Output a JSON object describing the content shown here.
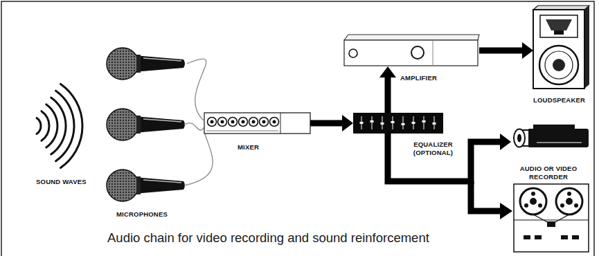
{
  "diagram": {
    "caption": "Audio chain for video recording and sound reinforcement",
    "nodes": [
      {
        "text": [
          "MICROPHONES"
        ]
      },
      {
        "text": [
          "MIXER"
        ]
      },
      {
        "text": [
          "EQUALIZER (OPTIONAL)"
        ]
      },
      {
        "text": [
          "AMPLIFIER"
        ]
      },
      {
        "text": [
          "LOUDSPEAKER"
        ]
      },
      {
        "text": [
          "AUDIO OR VIDEO RECORDER"
        ]
      }
    ],
    "edges": [
      {
        "from": 0,
        "to": 1,
        "arrow": "none"
      },
      {
        "from": 1,
        "to": 2,
        "arrow": "to"
      },
      {
        "from": 2,
        "to": 3,
        "arrow": "to"
      },
      {
        "from": 3,
        "to": 4,
        "arrow": "to"
      },
      {
        "from": 2,
        "to": 5,
        "arrow": "to"
      }
    ],
    "labels": [
      "SOUND WAVES"
    ]
  }
}
